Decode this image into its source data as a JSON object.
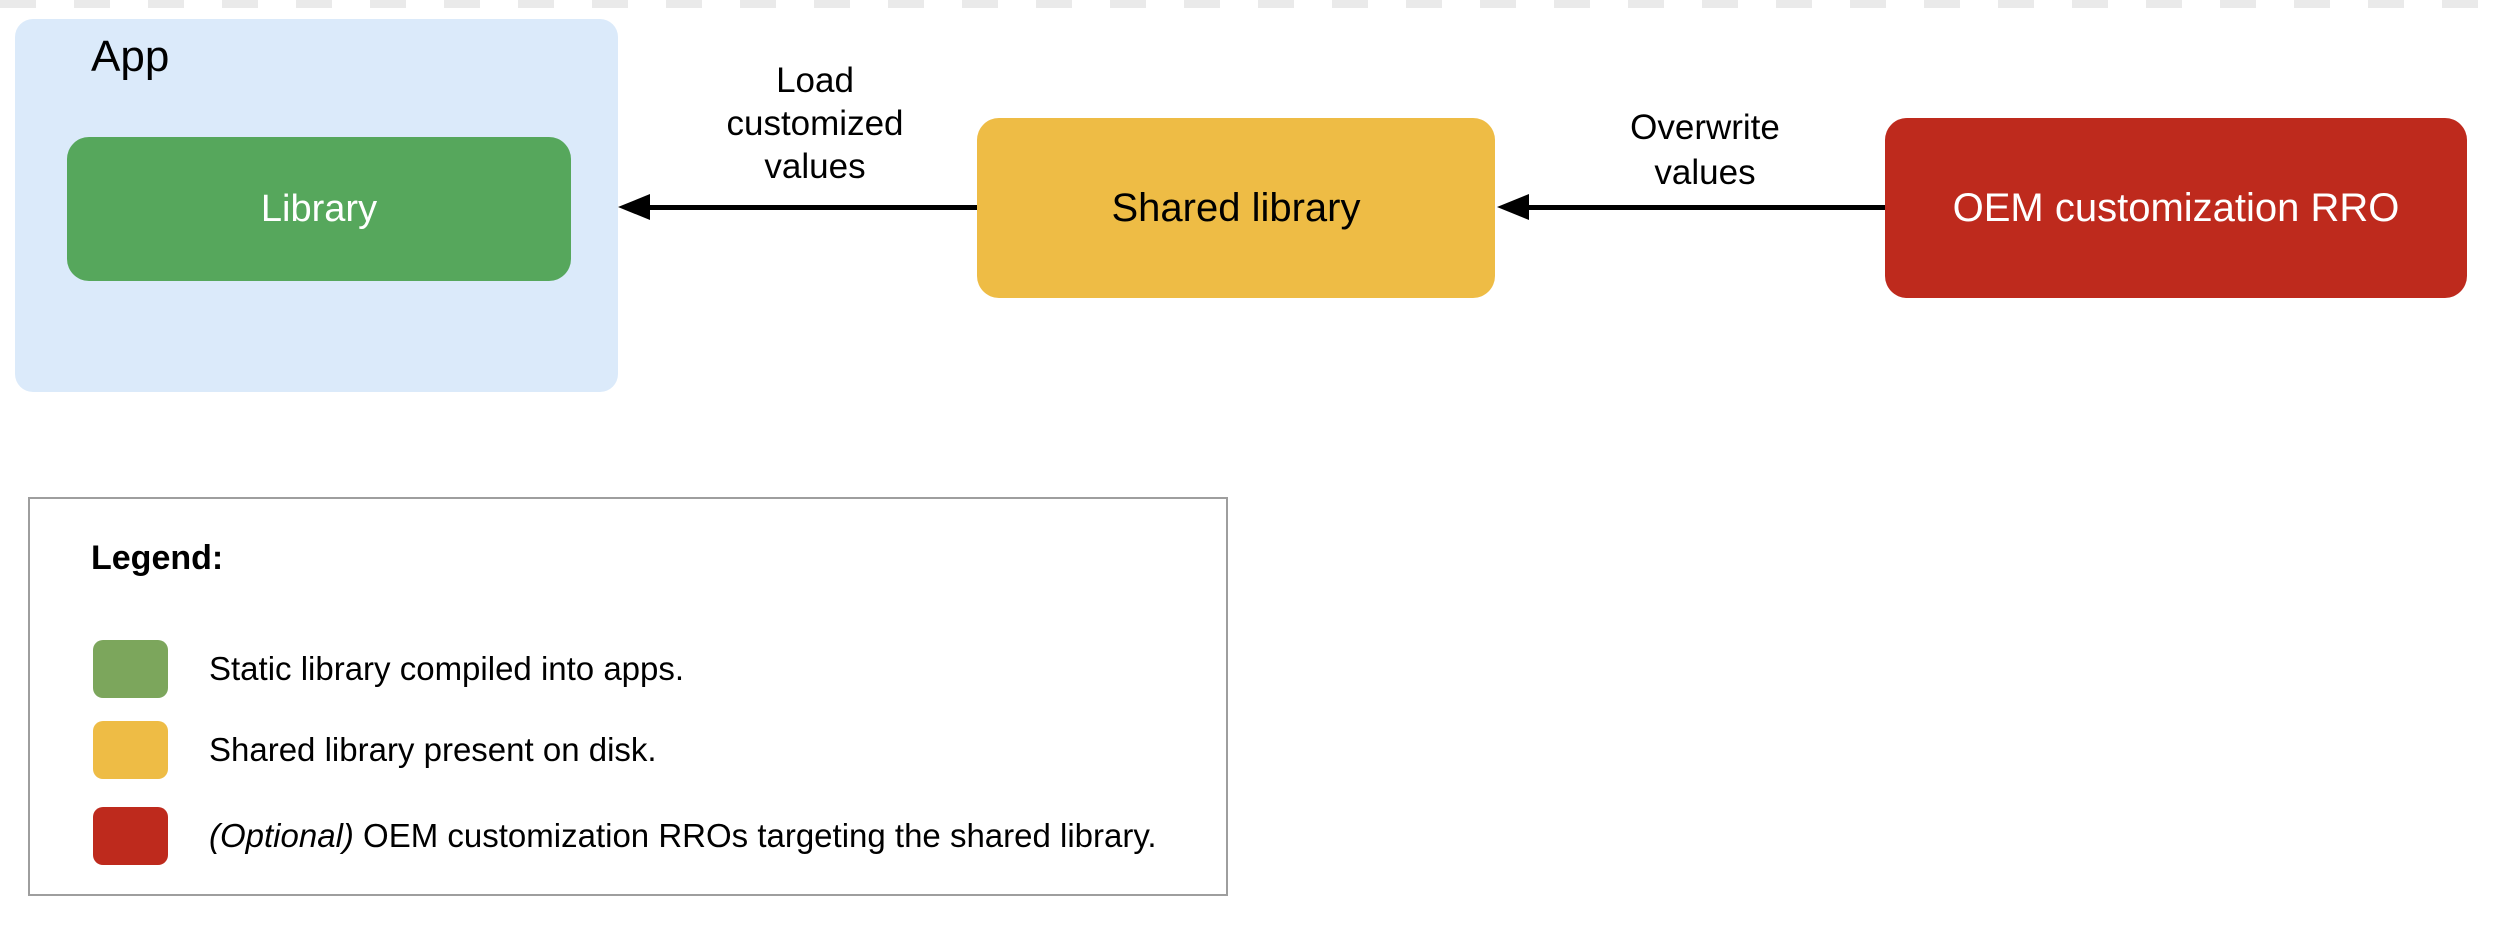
{
  "colors": {
    "app_container_bg": "#dbeafa",
    "library_green": "#56a75c",
    "shared_yellow": "#eebc45",
    "oem_red": "#be2a1d",
    "arrow_black": "#000000",
    "legend_border": "#9e9e9e",
    "top_dash_gray": "#eaeaea"
  },
  "diagram": {
    "app_label": "App",
    "library_label": "Library",
    "shared_library_label": "Shared library",
    "oem_label": "OEM customization RRO",
    "arrow_load_label": "Load\ncustomized\nvalues",
    "arrow_overwrite_label": "Overwrite\nvalues"
  },
  "legend": {
    "title": "Legend:",
    "items": [
      {
        "color": "#7ca65c",
        "prefix": "",
        "label": "Static library compiled into apps."
      },
      {
        "color": "#eebc45",
        "prefix": "",
        "label": "Shared library present on disk."
      },
      {
        "color": "#be2a1d",
        "prefix": "(Optional)",
        "label": " OEM customization RROs targeting the shared library."
      }
    ]
  }
}
